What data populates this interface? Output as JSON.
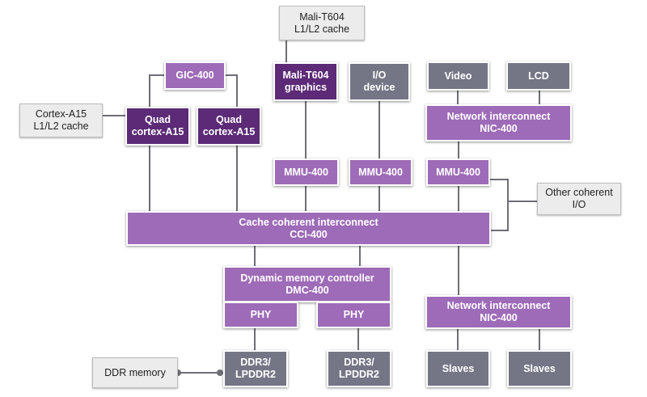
{
  "diagram": {
    "colors": {
      "light_block": "#9e6bb8",
      "dark_block": "#5c2a77",
      "grey_block": "#747686",
      "note": "#ececec",
      "connector": "#6e6e78"
    },
    "nodes": {
      "mali_cache_note": {
        "line1": "Mali-T604",
        "line2": "L1/L2 cache"
      },
      "gic": {
        "line1": "GIC-400"
      },
      "mali_graphics": {
        "line1": "Mali-T604",
        "line2": "graphics"
      },
      "io_device": {
        "line1": "I/O",
        "line2": "device"
      },
      "video": {
        "line1": "Video"
      },
      "lcd": {
        "line1": "LCD"
      },
      "cortex_cache_note": {
        "line1": "Cortex-A15",
        "line2": "L1/L2 cache"
      },
      "quad_a15_1": {
        "line1": "Quad",
        "line2": "cortex-A15"
      },
      "quad_a15_2": {
        "line1": "Quad",
        "line2": "cortex-A15"
      },
      "nic_top": {
        "line1": "Network interconnect",
        "line2": "NIC-400"
      },
      "mmu_1": {
        "line1": "MMU-400"
      },
      "mmu_2": {
        "line1": "MMU-400"
      },
      "mmu_3": {
        "line1": "MMU-400"
      },
      "other_io_note": {
        "line1": "Other coherent",
        "line2": "I/O"
      },
      "cci": {
        "line1": "Cache coherent interconnect",
        "line2": "CCI-400"
      },
      "dmc": {
        "line1": "Dynamic memory controller",
        "line2": "DMC-400"
      },
      "phy_1": {
        "line1": "PHY"
      },
      "phy_2": {
        "line1": "PHY"
      },
      "nic_bottom": {
        "line1": "Network interconnect",
        "line2": "NIC-400"
      },
      "ddr_note": {
        "line1": "DDR memory"
      },
      "ddr_1": {
        "line1": "DDR3/",
        "line2": "LPDDR2"
      },
      "ddr_2": {
        "line1": "DDR3/",
        "line2": "LPDDR2"
      },
      "slaves_1": {
        "line1": "Slaves"
      },
      "slaves_2": {
        "line1": "Slaves"
      }
    }
  }
}
